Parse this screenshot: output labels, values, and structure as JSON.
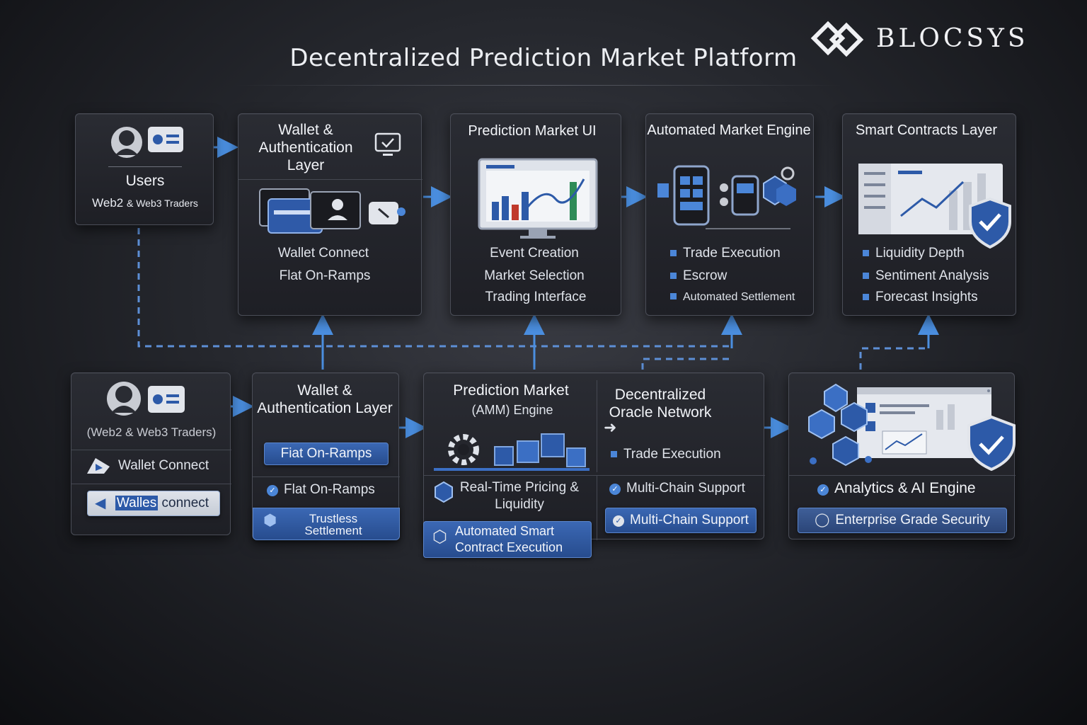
{
  "title": "Decentralized Prediction Market Platform",
  "logo": {
    "text": "BLOCSYS",
    "icon": "interlocked-diamond-icon"
  },
  "colors": {
    "accent": "#4b86d8",
    "pill": "#2f5aa0",
    "background": "#1c1d22"
  },
  "top_row": {
    "users": {
      "title": "Users",
      "subtitle_main": "Web2",
      "subtitle_rest": "& Web3 Traders"
    },
    "wallet": {
      "title": "Wallet & Authentication Layer",
      "items": [
        "Wallet Connect",
        "Flat On-Ramps"
      ]
    },
    "ui": {
      "title": "Prediction Market UI",
      "items": [
        "Event Creation",
        "Market Selection",
        "Trading Interface"
      ]
    },
    "amm": {
      "title": "Automated Market Engine",
      "items": [
        "Trade Execution",
        "Escrow",
        "Automated Settlement"
      ]
    },
    "contracts": {
      "title": "Smart Contracts Layer",
      "items": [
        "Liquidity Depth",
        "Sentiment Analysis",
        "Forecast Insights"
      ]
    }
  },
  "bottom_row": {
    "users": {
      "subtitle": "(Web2 & Web3 Traders)",
      "wallet_connect": "Wallet Connect",
      "wallet_logo_a": "Walles",
      "wallet_logo_b": "connect"
    },
    "wallet": {
      "title": "Wallet & Authentication Layer",
      "pill": "Fiat On-Ramps",
      "item": "Flat On-Ramps",
      "pill2": "Trustless Settlement"
    },
    "engine": {
      "title": "Prediction Market",
      "subtitle": "(AMM) Engine",
      "item": "Real-Time Pricing & Liquidity",
      "pill": "Automated Smart Contract Execution"
    },
    "oracle": {
      "title": "Decentralized Oracle Network",
      "item": "Trade Execution",
      "item2": "Multi-Chain Support",
      "pill": "Multi-Chain Support"
    },
    "analytics": {
      "title": "Analytics & AI Engine",
      "pill": "Enterprise Grade Security"
    }
  }
}
